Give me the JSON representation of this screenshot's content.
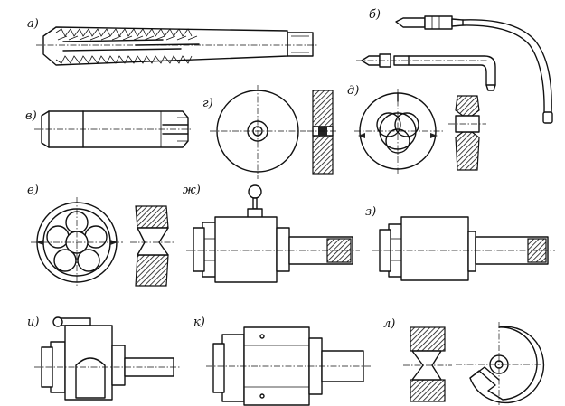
{
  "figure": {
    "labels": {
      "a": "а)",
      "b": "б)",
      "v": "в)",
      "g": "г)",
      "d": "д)",
      "e": "е)",
      "zh": "ж)",
      "z": "з)",
      "i": "и)",
      "k": "к)",
      "l": "л)"
    },
    "line_color": "#111111",
    "background": "#ffffff"
  }
}
